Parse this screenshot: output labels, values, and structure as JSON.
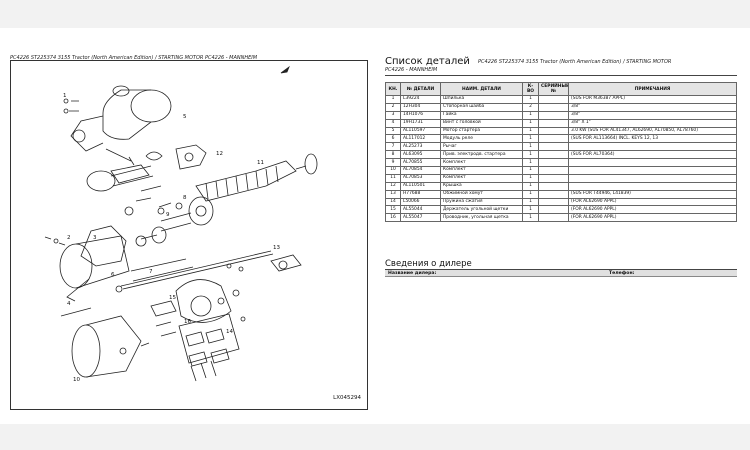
{
  "figure": {
    "title": "PC4226 ST225374 3155 Tractor (North American Edition) / STARTING MOTOR PC4226 - MANNHEIM",
    "code": "LX045294",
    "callouts": [
      "1",
      "2",
      "3",
      "4",
      "5",
      "6",
      "7",
      "8",
      "9",
      "10",
      "11",
      "12",
      "13",
      "14",
      "15",
      "16"
    ]
  },
  "parts_list": {
    "title": "Список деталей",
    "subtitle": "PC4226 ST225374 3155 Tractor (North American Edition) / STARTING MOTOR",
    "subtitle2": "PC4226 - MANNHEIM",
    "headers": [
      "КН.",
      "№ ДЕТАЛИ",
      "НАИМ. ДЕТАЛИ",
      "К-ВО",
      "СЕРИЙНЫЙ №",
      "ПРИМЕЧАНИЯ"
    ],
    "rows": [
      [
        "1",
        "L39224",
        "Шпилька",
        "1",
        "",
        "(SUS FOR M36387 APPL)"
      ],
      [
        "2",
        "12H304",
        "Стопорная шайба",
        "2",
        "",
        "3/8\""
      ],
      [
        "3",
        "14H1076",
        "Гайка",
        "1",
        "",
        "3/8\""
      ],
      [
        "4",
        "19H1731",
        "Винт с головкой",
        "1",
        "",
        "3/8\" X 1\""
      ],
      [
        "5",
        "AL110597",
        "Мотор стартера",
        "1",
        "",
        "3.0 KW (SUS FOR AL41347, AL62690, AL70850, AL78760)"
      ],
      [
        "6",
        "AL117012",
        "Модуль реле",
        "1",
        "",
        "(SUS FOR AL113664) INCL. KEYS 12, 13"
      ],
      [
        "7",
        "AL25273",
        "Рычаг",
        "1",
        "",
        ""
      ],
      [
        "8",
        "AL63095",
        "Прив. электродв. стартера",
        "1",
        "",
        "(SUS FOR AL70364)"
      ],
      [
        "9",
        "AL70855",
        "Комплект",
        "1",
        "",
        ""
      ],
      [
        "10",
        "AL70854",
        "Комплект",
        "1",
        "",
        ""
      ],
      [
        "11",
        "AL70853",
        "Комплект",
        "1",
        "",
        ""
      ],
      [
        "12",
        "AL110501",
        "Крышка",
        "1",
        "",
        ""
      ],
      [
        "13",
        "H77688",
        "Обжимной хомут",
        "1",
        "",
        "(SUS FOR T44946, L41839)"
      ],
      [
        "14",
        "L50066",
        "Пружина сжатия",
        "1",
        "",
        "(FOR AL62690 APPL)"
      ],
      [
        "15",
        "AL55044",
        "Держатель угольной щетки",
        "1",
        "",
        "(FOR AL62690 APPL)"
      ],
      [
        "16",
        "AL55047",
        "Проводник, угольная щетка",
        "1",
        "",
        "(FOR AL62690 APPL)"
      ]
    ]
  },
  "dealer": {
    "title": "Сведения о дилере",
    "name_label": "Название дилера:",
    "phone_label": "Телефон:"
  },
  "colors": {
    "line": "#222222",
    "header_bg": "#e4e4e4",
    "band": "#f2f2f2"
  }
}
